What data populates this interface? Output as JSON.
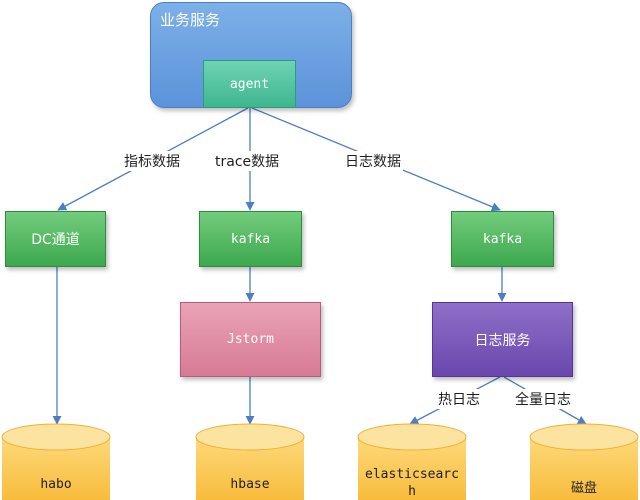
{
  "service": {
    "title": "业务服务",
    "agent": "agent"
  },
  "edge_labels": {
    "metrics": "指标数据",
    "trace": "trace数据",
    "logs": "日志数据",
    "hot_logs": "热日志",
    "full_logs": "全量日志"
  },
  "nodes": {
    "dc": "DC通道",
    "kafka_trace": "kafka",
    "kafka_logs": "kafka",
    "jstorm": "Jstorm",
    "log_service": "日志服务"
  },
  "stores": {
    "habo": "habo",
    "hbase": "hbase",
    "es_line1": "elasticsearc",
    "es_line2": "h",
    "disk": "磁盘"
  },
  "colors": {
    "service_blue": "#5b93da",
    "agent_teal": "#3fb68f",
    "channel_green": "#3da84e",
    "jstorm_pink": "#d77a95",
    "log_service_purple": "#6a47ad",
    "store_yellow": "#fbc95a",
    "edge": "#4a7fc4"
  }
}
